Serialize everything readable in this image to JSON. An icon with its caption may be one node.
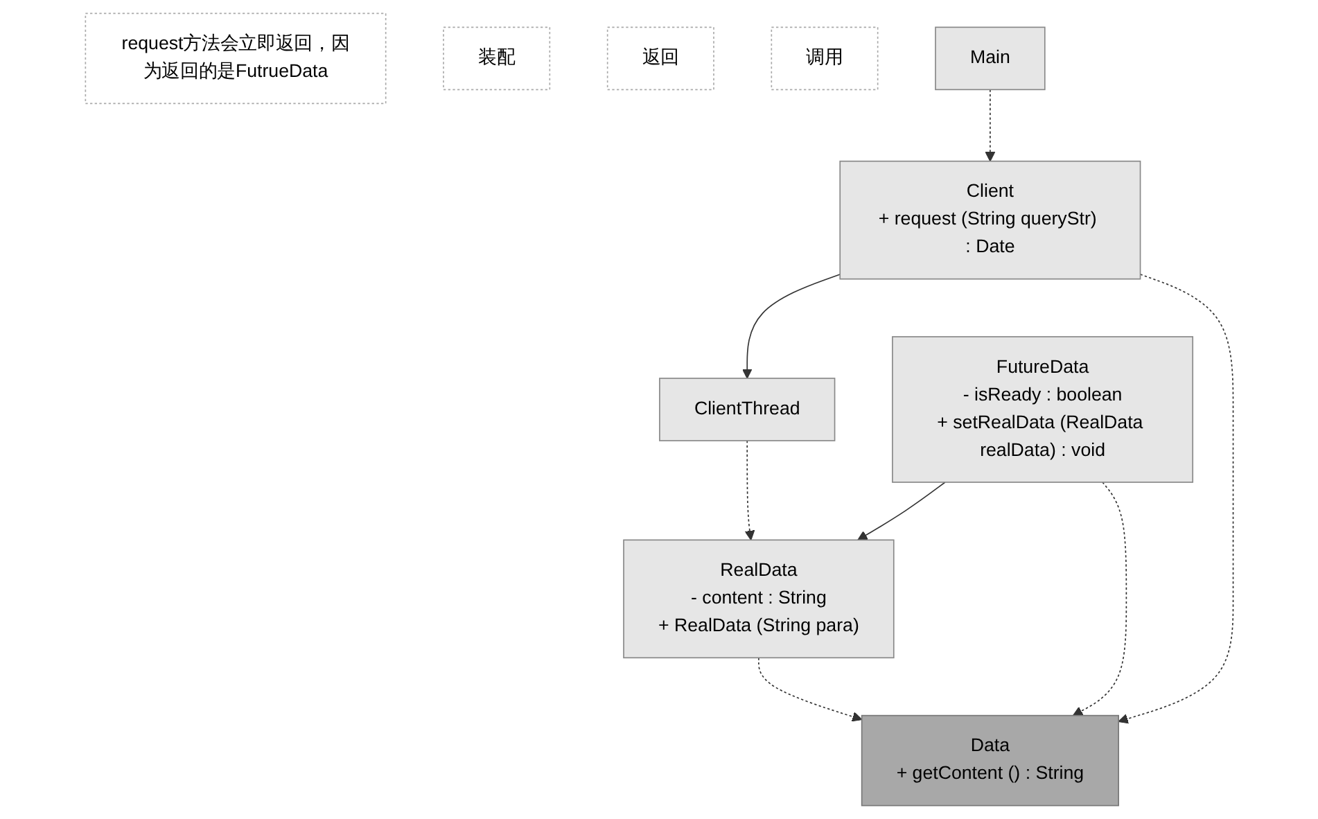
{
  "diagram": {
    "nodes": [
      {
        "text": [
          "FutureData",
          "- isReady : boolean",
          "+ setRealData (RealData realData) : void"
        ]
      },
      {
        "text": [
          "request方法会立即返回，因为返回的是FutrueData"
        ]
      },
      {
        "text": [
          "ClientThread"
        ]
      },
      {
        "text": [
          "装配"
        ]
      },
      {
        "text": [
          "RealData",
          "- content : String",
          "+ RealData (String para)"
        ]
      },
      {
        "text": [
          "Client",
          "+ request (String queryStr) : Date"
        ]
      },
      {
        "text": [
          "返回"
        ]
      },
      {
        "text": [
          "Data",
          "+ getContent () : String"
        ]
      },
      {
        "text": [
          "调用"
        ]
      },
      {
        "text": [
          "Main"
        ]
      }
    ],
    "edges": [
      {
        "from": 2,
        "to": 4,
        "arrow": "to",
        "style": "dashed"
      },
      {
        "from": 0,
        "to": 4,
        "arrow": "to"
      },
      {
        "from": 5,
        "to": 2,
        "arrow": "to"
      },
      {
        "from": 4,
        "to": 7,
        "arrow": "to",
        "style": "dashed"
      },
      {
        "from": 0,
        "to": 7,
        "arrow": "to",
        "style": "dashed"
      },
      {
        "from": 5,
        "to": 7,
        "arrow": "to",
        "style": "dashed"
      },
      {
        "from": 9,
        "to": 5,
        "arrow": "to",
        "style": "dashed"
      }
    ]
  }
}
